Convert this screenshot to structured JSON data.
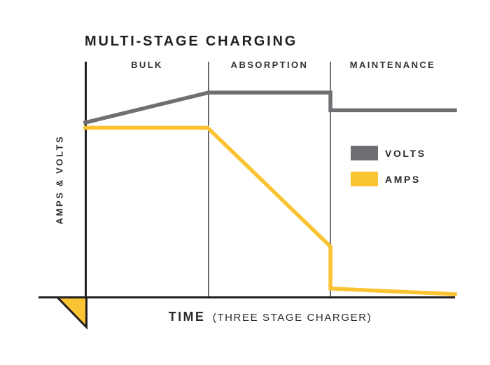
{
  "colors": {
    "volts": "#6e6f72",
    "amps": "#f9c332",
    "axis": "#231f20",
    "divider": "#424245",
    "background": "#ffffff"
  },
  "chart_data": {
    "type": "line",
    "title": "MULTI-STAGE CHARGING",
    "xlabel": "TIME",
    "xlabel_note": "(THREE STAGE CHARGER)",
    "ylabel": "AMPS & VOLTS",
    "x_range": [
      0,
      100
    ],
    "y_range": [
      0,
      100
    ],
    "grid": false,
    "legend_position": "middle-right",
    "stages": [
      {
        "label": "BULK",
        "x_start": 0,
        "x_end": 33.3
      },
      {
        "label": "ABSORPTION",
        "x_start": 33.3,
        "x_end": 66.3
      },
      {
        "label": "MAINTENANCE",
        "x_start": 66.3,
        "x_end": 100
      }
    ],
    "series": [
      {
        "name": "VOLTS",
        "color": "#6e6f72",
        "points": [
          [
            0,
            74.2
          ],
          [
            33.3,
            86.9
          ],
          [
            66.3,
            86.9
          ],
          [
            66.3,
            79.4
          ],
          [
            100,
            79.4
          ]
        ]
      },
      {
        "name": "AMPS",
        "color": "#f9c332",
        "points": [
          [
            0,
            72.0
          ],
          [
            33.1,
            72.0
          ],
          [
            66.3,
            21.7
          ],
          [
            66.3,
            3.9
          ],
          [
            100,
            1.5
          ]
        ]
      }
    ]
  },
  "legend": {
    "items": [
      {
        "label": "VOLTS",
        "color": "#6e6f72"
      },
      {
        "label": "AMPS",
        "color": "#f9c332"
      }
    ]
  }
}
